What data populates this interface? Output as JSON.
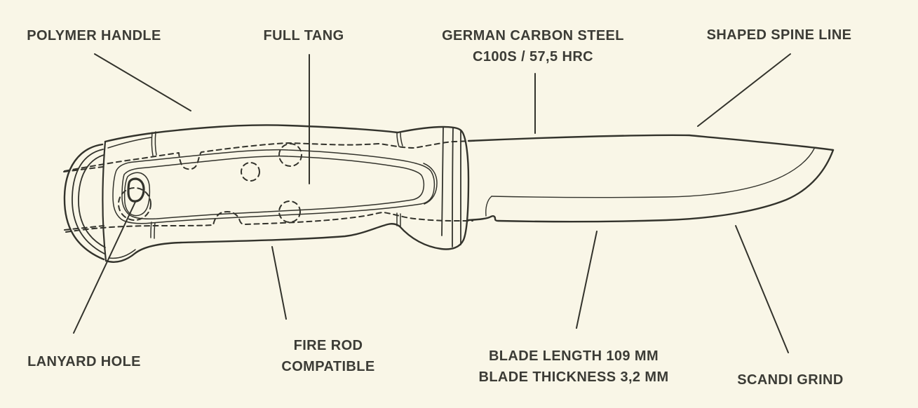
{
  "diagram": {
    "subject": "outdoor knife technical line drawing with callout labels",
    "background_color": "#f9f6e7",
    "line_color": "#33332c",
    "text_color": "#3c3c36",
    "labels": {
      "polymer_handle": {
        "line1": "POLYMER HANDLE"
      },
      "full_tang": {
        "line1": "FULL TANG"
      },
      "german_carbon_steel": {
        "line1": "GERMAN CARBON STEEL",
        "line2": "C100S / 57,5 HRC"
      },
      "shaped_spine_line": {
        "line1": "SHAPED SPINE LINE"
      },
      "lanyard_hole": {
        "line1": "LANYARD HOLE"
      },
      "fire_rod": {
        "line1": "FIRE ROD",
        "line2": "COMPATIBLE"
      },
      "blade_specs": {
        "line1": "BLADE LENGTH 109 MM",
        "line2": "BLADE THICKNESS 3,2 MM"
      },
      "scandi_grind": {
        "line1": "SCANDI GRIND"
      }
    }
  }
}
